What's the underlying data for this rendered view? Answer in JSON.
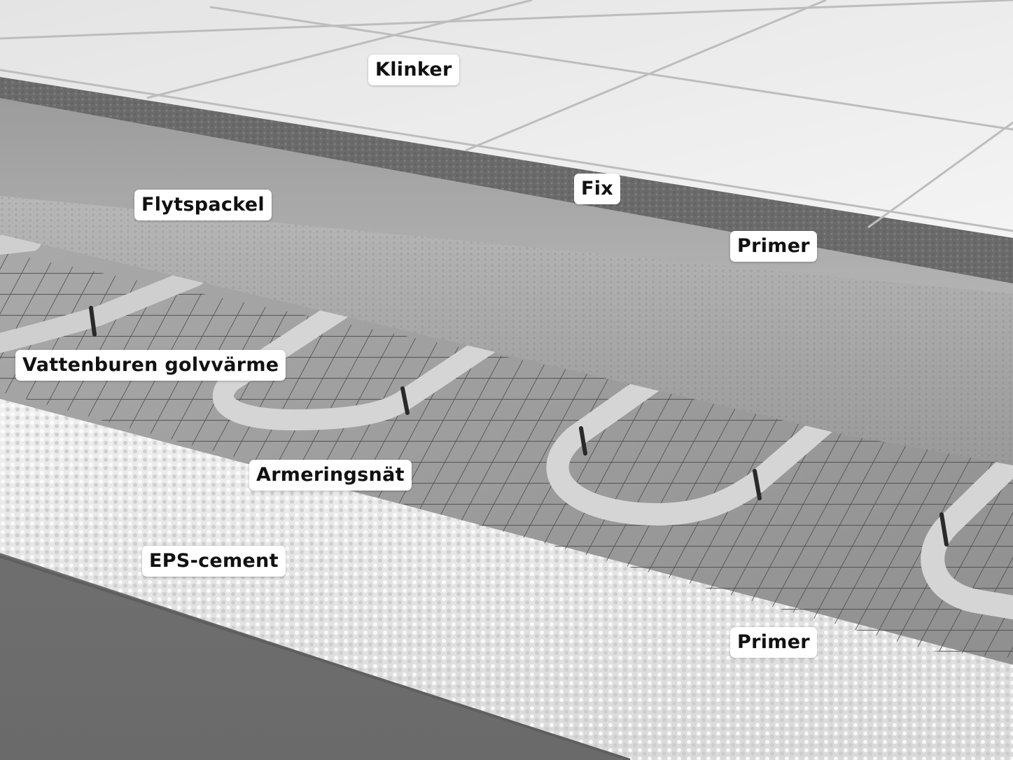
{
  "layers": {
    "klinker": "Klinker",
    "fix": "Fix",
    "primer_upper": "Primer",
    "flytspackel": "Flytspackel",
    "golvvarme": "Vattenburen golvvärme",
    "armering": "Armeringsnät",
    "eps": "EPS-cement",
    "primer_lower": "Primer"
  }
}
